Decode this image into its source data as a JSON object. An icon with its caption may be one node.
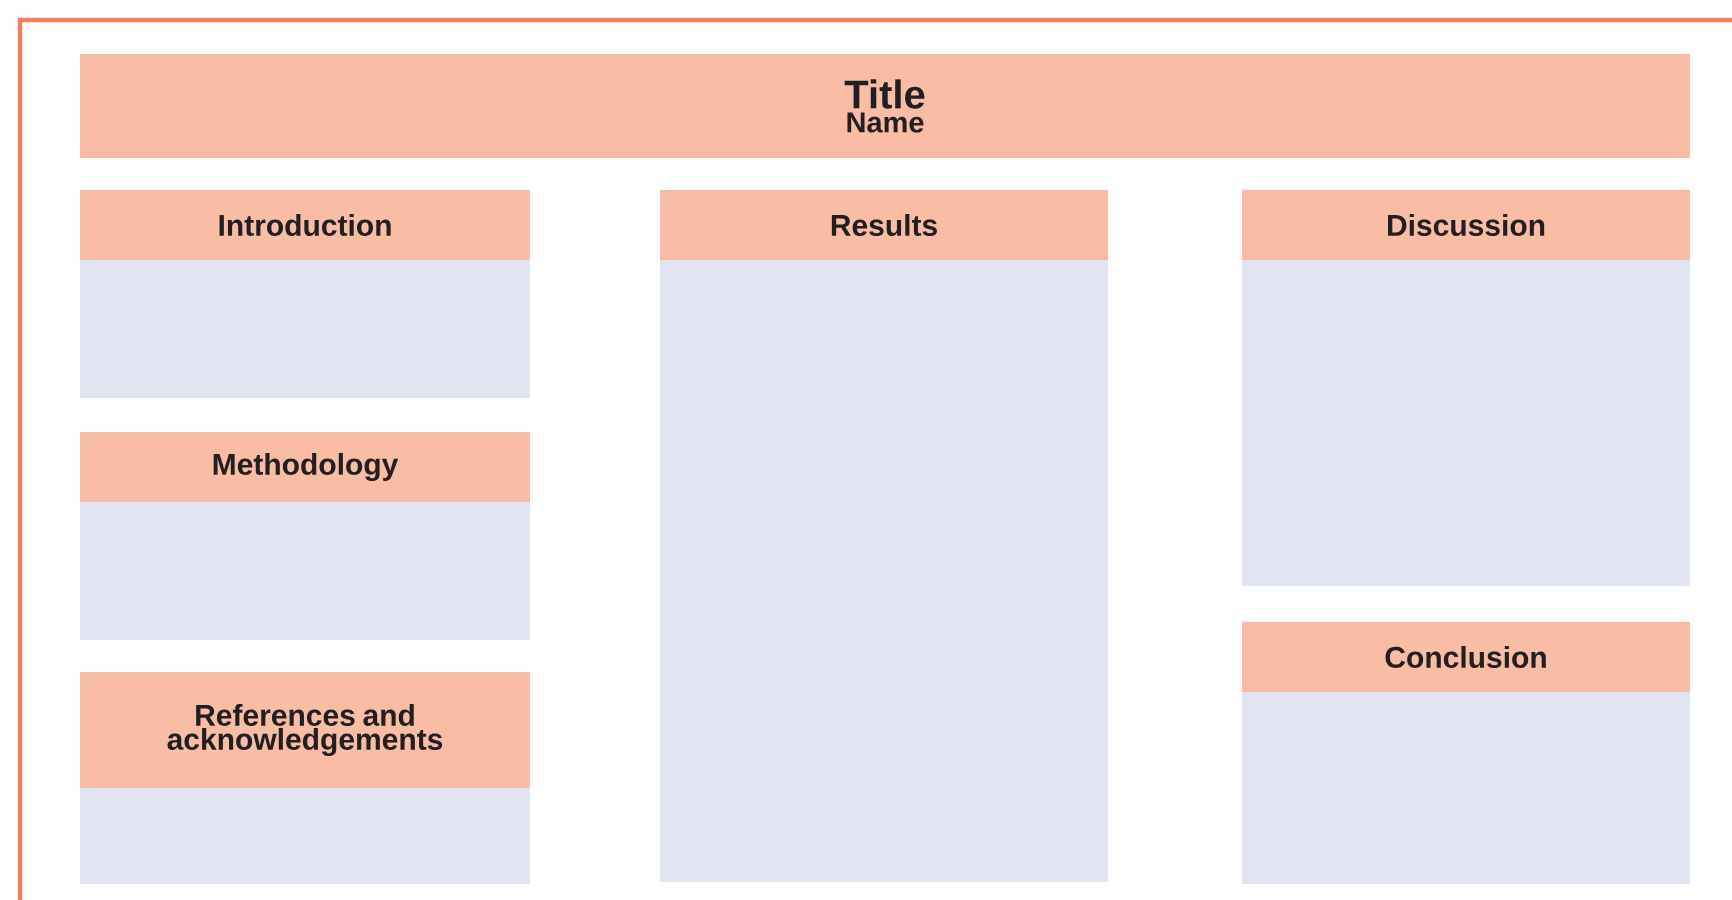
{
  "diagram": {
    "nodes": [
      {
        "text": [
          "Title",
          "Name"
        ]
      },
      {
        "text": [
          "Introduction"
        ]
      },
      {
        "text": [
          "Methodology"
        ]
      },
      {
        "text": [
          "References and acknowledgements"
        ]
      },
      {
        "text": [
          "Results"
        ]
      },
      {
        "text": [
          "Discussion"
        ]
      },
      {
        "text": [
          "Conclusion"
        ]
      }
    ]
  }
}
